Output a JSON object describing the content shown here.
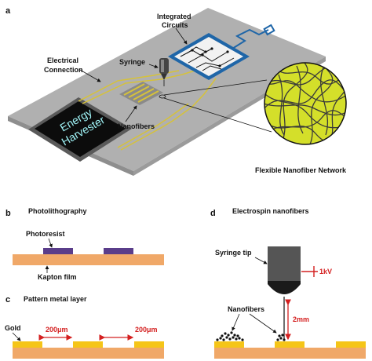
{
  "panels": {
    "a": "a",
    "b": "b",
    "c": "c",
    "d": "d"
  },
  "panel_a": {
    "integrated_circuits_1": "Integrated",
    "integrated_circuits_2": "Circuits",
    "syringe": "Syringe",
    "electrical_connection_1": "Electrical",
    "electrical_connection_2": "Connection",
    "nanofibers": "Nanofibers",
    "energy_harvester_1": "Energy",
    "energy_harvester_2": "Harvester",
    "network": "Flexible Nanofiber Network"
  },
  "panel_b": {
    "title": "Photolithography",
    "photoresist": "Photoresist",
    "kapton": "Kapton film"
  },
  "panel_c": {
    "title": "Pattern metal layer",
    "gold": "Gold",
    "gap1": "200μm",
    "gap2": "200μm"
  },
  "panel_d": {
    "title": "Electrospin nanofibers",
    "syringe_tip": "Syringe tip",
    "voltage": "1kV",
    "nanofibers": "Nanofibers",
    "distance": "2mm"
  },
  "colors": {
    "substrate": "#b5b5b5",
    "kapton": "#f0a868",
    "gold": "#f5c518",
    "photoresist": "#5a3d8a",
    "network": "#d4df2a",
    "arrow_red": "#d42020"
  }
}
